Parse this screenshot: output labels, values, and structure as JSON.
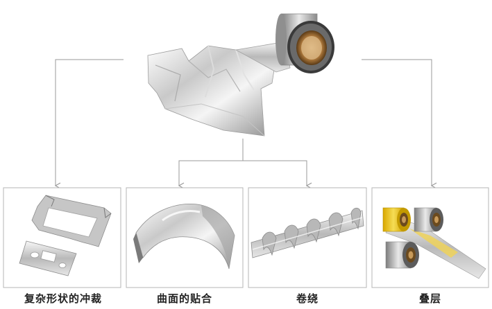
{
  "panels": [
    {
      "label": "复杂形状的冲裁"
    },
    {
      "label": "曲面的贴合"
    },
    {
      "label": "卷绕"
    },
    {
      "label": "叠层"
    }
  ],
  "colors": {
    "connector": "#9a9a9a",
    "panel_border": "#b5b5b5",
    "foil_light": "#f2f2f2",
    "foil_dark": "#8e8e8e",
    "roll_core": "#6b4a1e",
    "roll_core_inner": "#c79a5a",
    "yellow_tape": "#e8c21a"
  },
  "icons": {
    "hero": "foil-roll-icon",
    "panel_1": "stamped-parts-icon",
    "panel_2": "curved-foil-icon",
    "panel_3": "wound-strip-icon",
    "panel_4": "laminate-rolls-icon"
  }
}
